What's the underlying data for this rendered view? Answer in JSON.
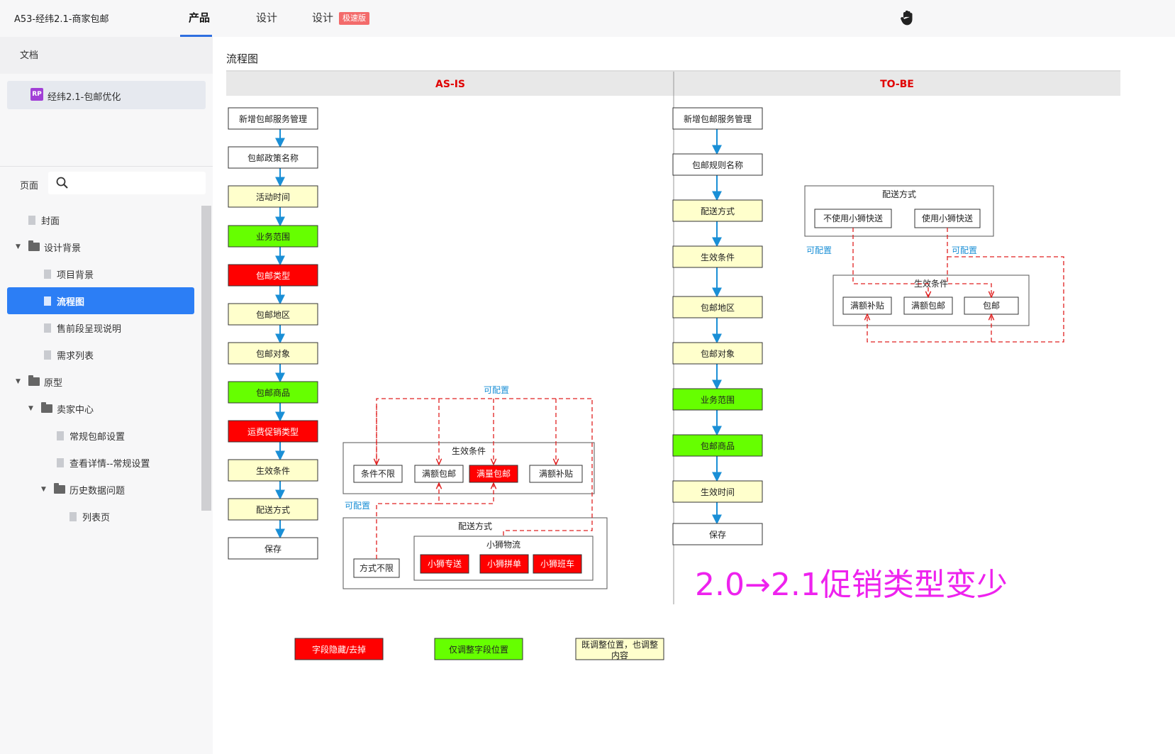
{
  "app": {
    "title": "A53-经纬2.1-商家包邮"
  },
  "top_tabs": {
    "product": "产品",
    "design": "设计",
    "design_fast": "设计",
    "fast_badge": "极速版"
  },
  "sidebar": {
    "docs_label": "文档",
    "project": {
      "icon": "RP",
      "label": "经纬2.1-包邮优化"
    },
    "pages_label": "页面",
    "search_placeholder": "",
    "tree": [
      {
        "label": "封面"
      },
      {
        "label": "设计背景"
      },
      {
        "label": "项目背景"
      },
      {
        "label": "流程图"
      },
      {
        "label": "售前段呈现说明"
      },
      {
        "label": "需求列表"
      },
      {
        "label": "原型"
      },
      {
        "label": "卖家中心"
      },
      {
        "label": "常规包邮设置"
      },
      {
        "label": "查看详情--常规设置"
      },
      {
        "label": "历史数据问题"
      },
      {
        "label": "列表页"
      }
    ]
  },
  "main": {
    "heading": "流程图",
    "as_is_header": "AS-IS",
    "to_be_header": "TO-BE",
    "as_is_steps": [
      "新增包邮服务管理",
      "包邮政策名称",
      "活动时间",
      "业务范围",
      "包邮类型",
      "包邮地区",
      "包邮对象",
      "包邮商品",
      "运费促销类型",
      "生效条件",
      "配送方式",
      "保存"
    ],
    "to_be_steps": [
      "新增包邮服务管理",
      "包邮规则名称",
      "配送方式",
      "生效条件",
      "包邮地区",
      "包邮对象",
      "业务范围",
      "包邮商品",
      "生效时间",
      "保存"
    ],
    "as_is_condition_group": {
      "title": "生效条件",
      "options": [
        "条件不限",
        "满额包邮",
        "满量包邮",
        "满额补贴"
      ]
    },
    "as_is_delivery_group": {
      "title": "配送方式",
      "option_unlimited": "方式不限",
      "sub_title": "小狮物流",
      "options": [
        "小狮专送",
        "小狮拼单",
        "小狮班车"
      ]
    },
    "configurable": "可配置",
    "to_be_delivery_group": {
      "title": "配送方式",
      "options": [
        "不使用小狮快送",
        "使用小狮快送"
      ]
    },
    "to_be_condition_group": {
      "title": "生效条件",
      "options": [
        "满额补贴",
        "满额包邮",
        "包邮"
      ]
    },
    "annotation": "2.0→2.1促销类型变少",
    "legend": [
      "字段隐藏/去掉",
      "仅调整字段位置",
      "既调整位置，也调整",
      "内容"
    ],
    "colors": {
      "red": "#ff0000",
      "green": "#66ff00",
      "yellow": "#ffffcc",
      "accent_blue": "#2c7ef5",
      "annotation": "#ee22ee",
      "arrow_blue": "#1a8fd6"
    }
  }
}
